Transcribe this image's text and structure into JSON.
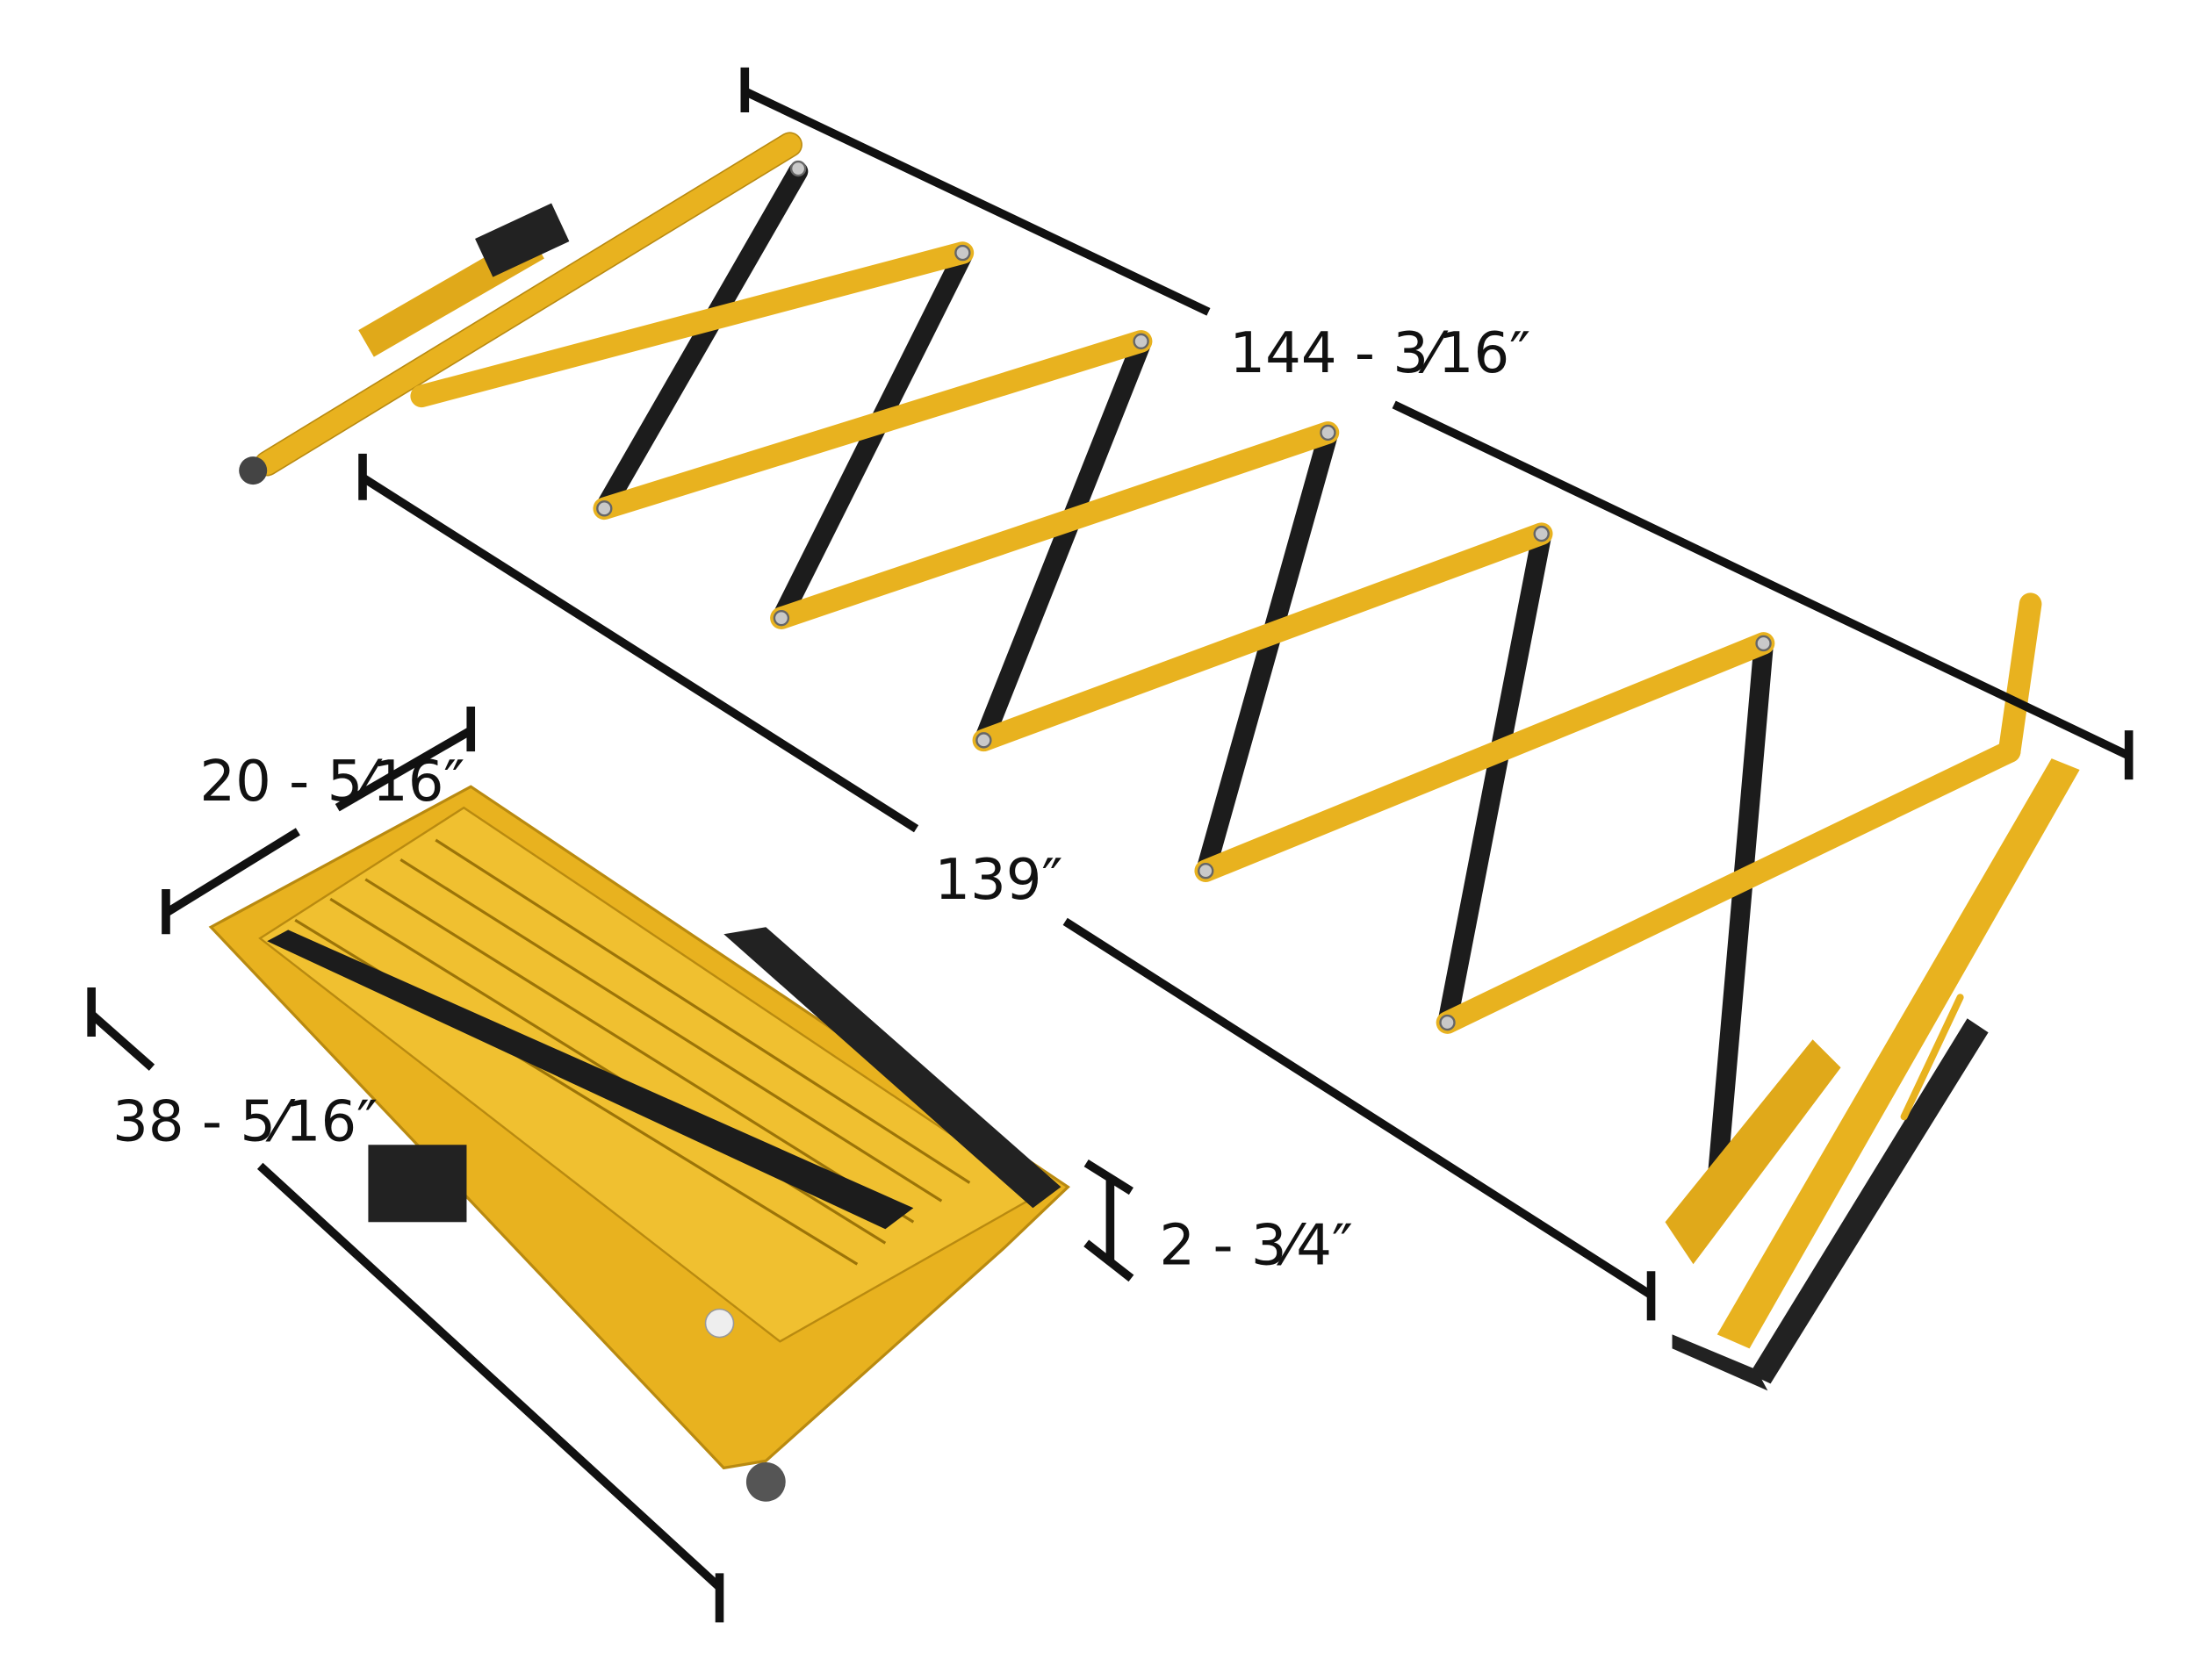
{
  "dimensions": {
    "extended_overall_length": "144 - 3⁄16″",
    "extended_gate_length": "139″",
    "collapsed_width": "20 - 5⁄16″",
    "collapsed_length": "38 - 5⁄16″",
    "depth": "2 - 3⁄4″"
  },
  "colors": {
    "gate_yellow": "#e8b21f",
    "gate_black": "#1c1c1c",
    "dimension_line": "#111111"
  }
}
